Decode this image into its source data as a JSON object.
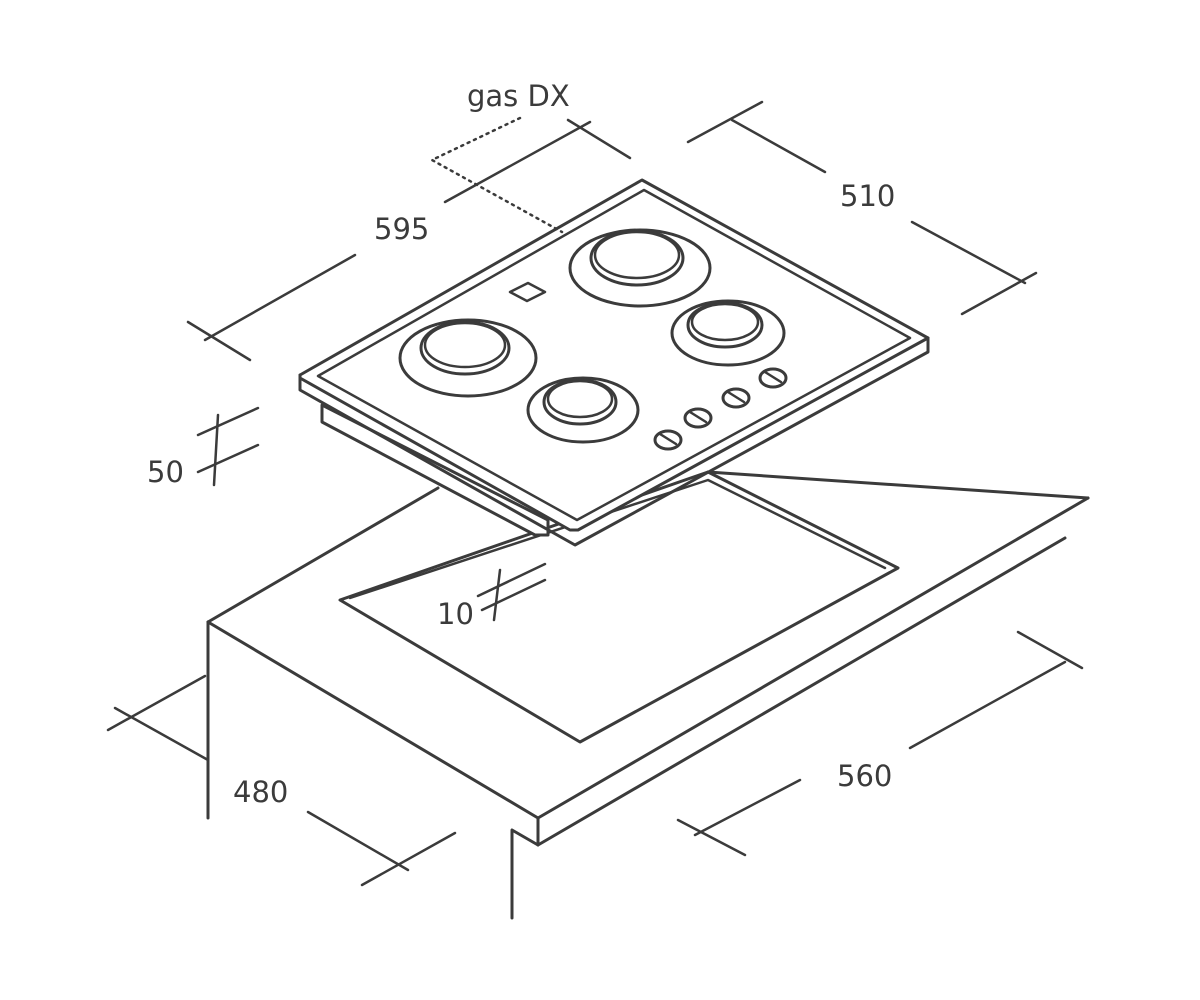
{
  "labels": {
    "gas_connection": "gas DX",
    "hob_width": "595",
    "hob_depth": "510",
    "hob_height": "50",
    "cutout_width": "560",
    "cutout_depth": "480",
    "clearance": "10"
  }
}
